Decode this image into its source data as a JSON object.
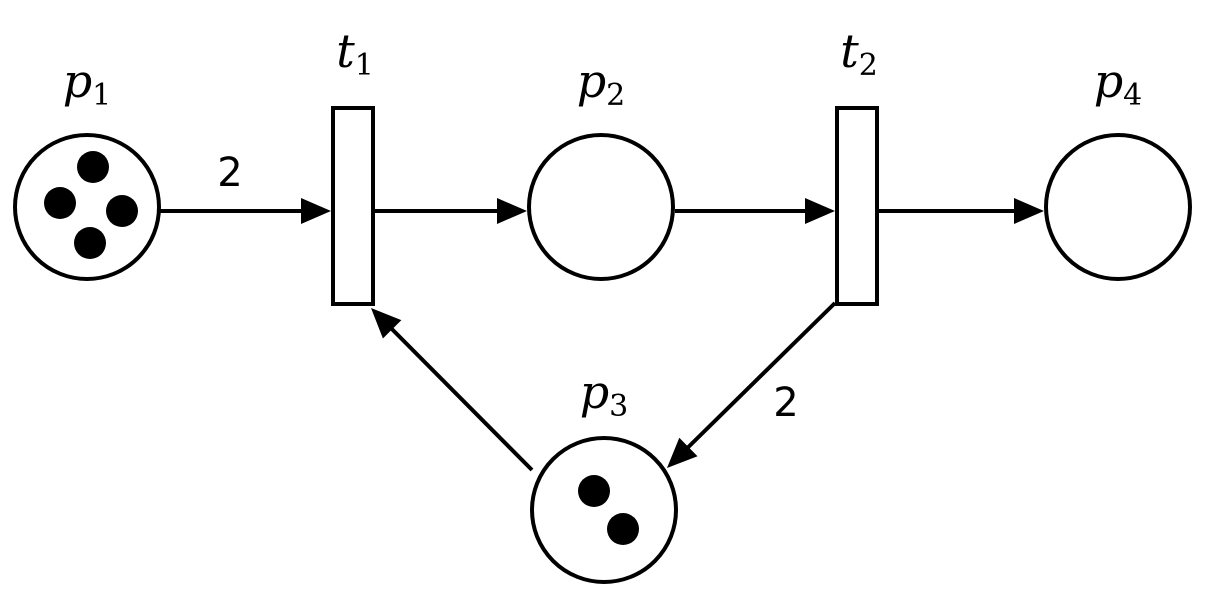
{
  "places": [
    {
      "id": "p1",
      "label": "p",
      "sub": "1",
      "tokens": 4
    },
    {
      "id": "p2",
      "label": "p",
      "sub": "2",
      "tokens": 0
    },
    {
      "id": "p3",
      "label": "p",
      "sub": "3",
      "tokens": 2
    },
    {
      "id": "p4",
      "label": "p",
      "sub": "4",
      "tokens": 0
    }
  ],
  "transitions": [
    {
      "id": "t1",
      "label": "t",
      "sub": "1"
    },
    {
      "id": "t2",
      "label": "t",
      "sub": "2"
    }
  ],
  "arcs": [
    {
      "from": "p1",
      "to": "t1",
      "weight": "2"
    },
    {
      "from": "t1",
      "to": "p2",
      "weight": ""
    },
    {
      "from": "p2",
      "to": "t2",
      "weight": ""
    },
    {
      "from": "t2",
      "to": "p4",
      "weight": ""
    },
    {
      "from": "t2",
      "to": "p3",
      "weight": "2"
    },
    {
      "from": "p3",
      "to": "t1",
      "weight": ""
    }
  ]
}
